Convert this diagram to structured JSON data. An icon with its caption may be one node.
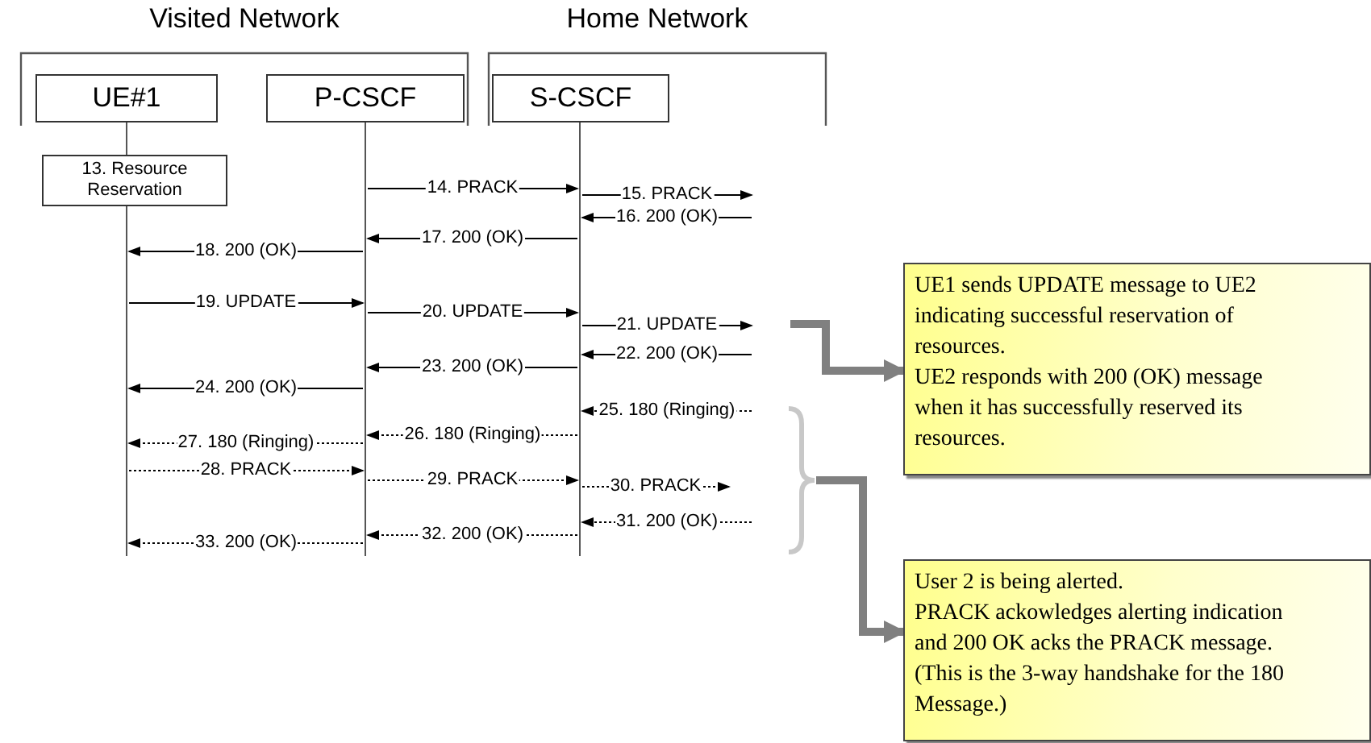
{
  "diagram": {
    "nodes": [
      {
        "text": [
          "Visited Network"
        ]
      },
      {
        "text": [
          "Home Network"
        ]
      },
      {
        "text": [
          "UE#1"
        ],
        "in": 0
      },
      {
        "text": [
          "P-CSCF"
        ],
        "in": 0
      },
      {
        "text": [
          "S-CSCF"
        ],
        "in": 1
      },
      {
        "text": [],
        "shape": "line"
      },
      {
        "text": [],
        "shape": "line"
      },
      {
        "text": [],
        "shape": "line"
      },
      {
        "text": [
          "13. Resource Reservation"
        ]
      },
      {
        "text": [
          "UE1 sends UPDATE message to UE2 indicating successful reservation of resources.",
          "UE2 responds with 200 (OK) message when it has successfully reserved its resources."
        ]
      },
      {
        "text": [
          "User 2 is being alerted.",
          "PRACK ackowledges alerting indication and 200 OK acks the PRACK message.",
          "(This is the 3-way handshake for the 180 Message.)"
        ]
      },
      {
        "text": [],
        "shape": "brace"
      }
    ],
    "edges": [
      {
        "from": 6,
        "to": 7,
        "arrow": "to",
        "label": "14. PRACK"
      },
      {
        "from": 7,
        "to": null,
        "arrow": "to",
        "label": "15. PRACK"
      },
      {
        "from": null,
        "to": 7,
        "arrow": "to",
        "label": "16. 200 (OK)"
      },
      {
        "from": 7,
        "to": 6,
        "arrow": "to",
        "label": "17. 200 (OK)"
      },
      {
        "from": 6,
        "to": 5,
        "arrow": "to",
        "label": "18. 200 (OK)"
      },
      {
        "from": 5,
        "to": 6,
        "arrow": "to",
        "label": "19. UPDATE"
      },
      {
        "from": 6,
        "to": 7,
        "arrow": "to",
        "label": "20. UPDATE"
      },
      {
        "from": 7,
        "to": null,
        "arrow": "to",
        "label": "21. UPDATE"
      },
      {
        "from": null,
        "to": 7,
        "arrow": "to",
        "label": "22. 200 (OK)"
      },
      {
        "from": 7,
        "to": 6,
        "arrow": "to",
        "label": "23. 200 (OK)"
      },
      {
        "from": 6,
        "to": 5,
        "arrow": "to",
        "label": "24. 200 (OK)"
      },
      {
        "from": null,
        "to": 7,
        "arrow": "to",
        "label": "25. 180 (Ringing)",
        "style": "dashed"
      },
      {
        "from": 7,
        "to": 6,
        "arrow": "to",
        "label": "26. 180 (Ringing)",
        "style": "dashed"
      },
      {
        "from": 6,
        "to": 5,
        "arrow": "to",
        "label": "27. 180 (Ringing)",
        "style": "dashed"
      },
      {
        "from": 5,
        "to": 6,
        "arrow": "to",
        "label": "28. PRACK",
        "style": "dashed"
      },
      {
        "from": 6,
        "to": 7,
        "arrow": "to",
        "label": "29. PRACK",
        "style": "dashed"
      },
      {
        "from": 7,
        "to": null,
        "arrow": "to",
        "label": "30. PRACK",
        "style": "dashed"
      },
      {
        "from": null,
        "to": 7,
        "arrow": "to",
        "label": "31. 200 (OK)",
        "style": "dashed"
      },
      {
        "from": 7,
        "to": 6,
        "arrow": "to",
        "label": "32. 200 (OK)",
        "style": "dashed"
      },
      {
        "from": 6,
        "to": 5,
        "arrow": "to",
        "label": "33. 200 (OK)",
        "style": "dashed"
      },
      {
        "from": null,
        "to": 9,
        "arrow": "to",
        "style": "thick",
        "color": "#808080"
      },
      {
        "from": 11,
        "to": 10,
        "arrow": "to",
        "style": "thick",
        "color": "#808080"
      }
    ]
  }
}
